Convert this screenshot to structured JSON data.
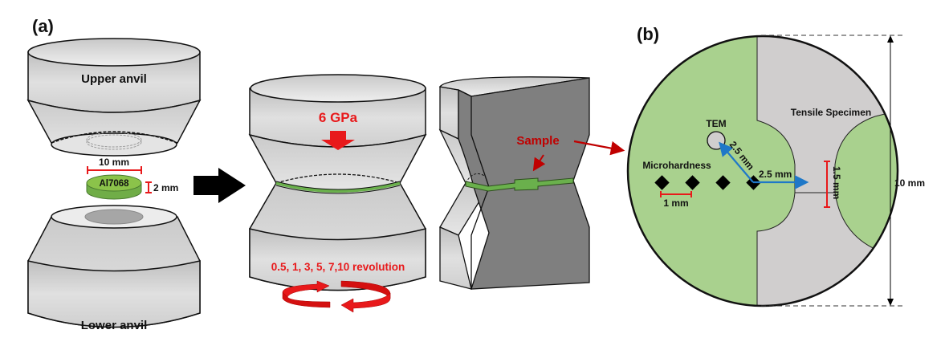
{
  "panels": {
    "a": {
      "label": "(a)",
      "upper_anvil": "Upper anvil",
      "lower_anvil": "Lower anvil",
      "sample_material": "Al7068",
      "sample_diameter": "10 mm",
      "sample_thickness": "2 mm",
      "pressure": "6 GPa",
      "revolutions": "0.5, 1, 3, 5, 7,10 revolution",
      "sample_pointer": "Sample"
    },
    "b": {
      "label": "(b)",
      "tem": "TEM",
      "tensile": "Tensile Specimen",
      "microhardness": "Microhardness",
      "spacing": "1 mm",
      "tem_distance": "2.5 mm",
      "tensile_distance": "2.5 mm",
      "gauge_width": "1.5 mm",
      "disk_diameter": "10  mm"
    }
  },
  "colors": {
    "sample_green": "#a9d18e",
    "anvil_gray": "#d9d9d9",
    "cut_face": "#7f7f7f",
    "tensile_gray": "#d0cece",
    "red": "#e8191b",
    "blue": "#1f78c8"
  }
}
